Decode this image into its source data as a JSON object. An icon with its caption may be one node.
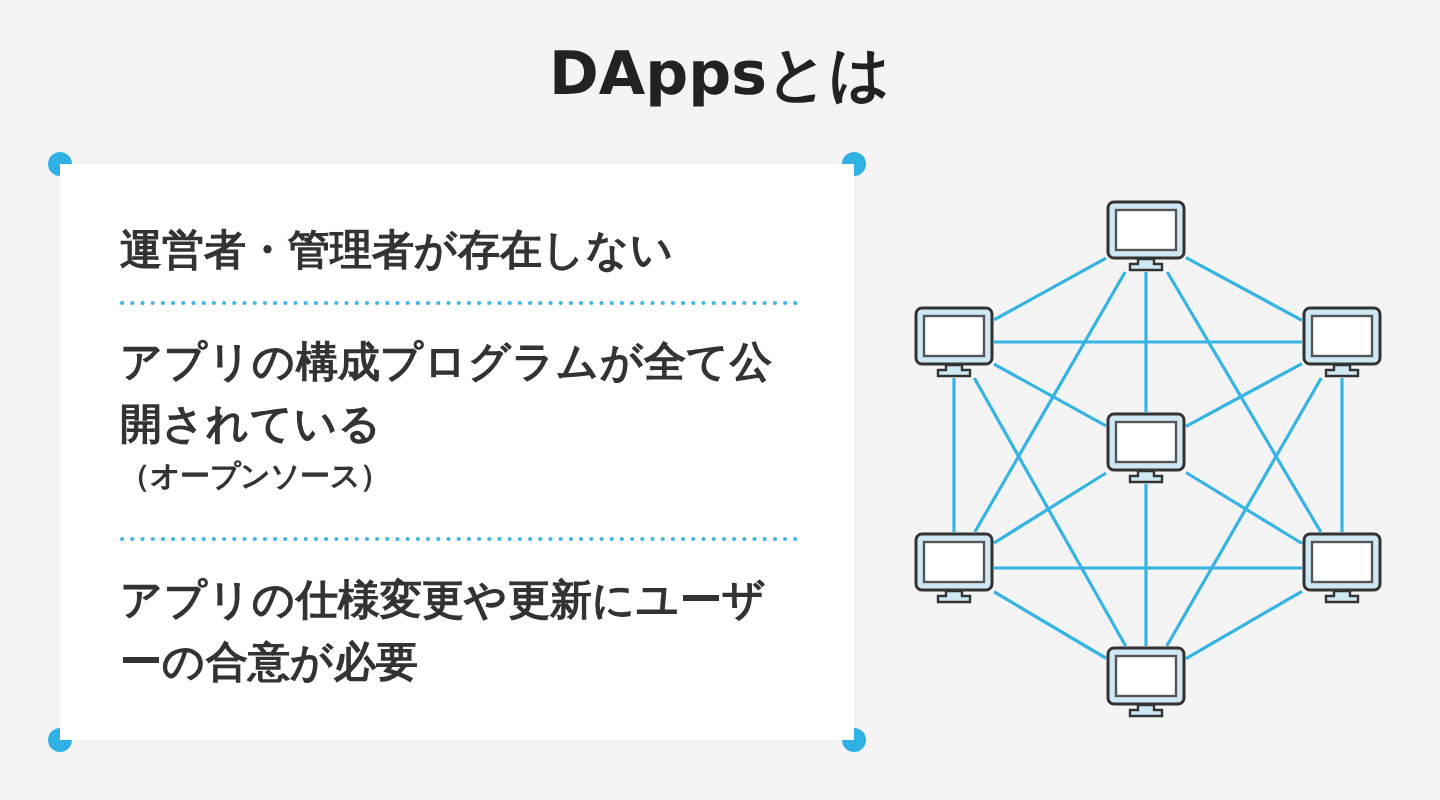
{
  "diagram": {
    "title": "DAppsとは",
    "nodes": [
      {
        "text": [
          "運営者・管理者が存在しない",
          "アプリの構成プログラムが全て公開されている",
          "（オープンソース）",
          "アプリの仕様変更や更新にユーザーの合意が必要"
        ]
      },
      {
        "text": [],
        "shape": "picture"
      },
      {
        "text": [],
        "shape": "picture"
      },
      {
        "text": [],
        "shape": "picture"
      },
      {
        "text": [],
        "shape": "picture"
      },
      {
        "text": [],
        "shape": "picture"
      },
      {
        "text": [],
        "shape": "picture"
      },
      {
        "text": [],
        "shape": "picture"
      }
    ],
    "edges": [
      {
        "from": 1,
        "to": 2,
        "arrow": "none"
      },
      {
        "from": 1,
        "to": 3,
        "arrow": "none"
      },
      {
        "from": 1,
        "to": 4,
        "arrow": "none"
      },
      {
        "from": 1,
        "to": 5,
        "arrow": "none"
      },
      {
        "from": 1,
        "to": 6,
        "arrow": "none"
      },
      {
        "from": 2,
        "to": 3,
        "arrow": "none"
      },
      {
        "from": 2,
        "to": 4,
        "arrow": "none"
      },
      {
        "from": 2,
        "to": 5,
        "arrow": "none"
      },
      {
        "from": 2,
        "to": 7,
        "arrow": "none"
      },
      {
        "from": 3,
        "to": 4,
        "arrow": "none"
      },
      {
        "from": 3,
        "to": 6,
        "arrow": "none"
      },
      {
        "from": 3,
        "to": 7,
        "arrow": "none"
      },
      {
        "from": 4,
        "to": 5,
        "arrow": "none"
      },
      {
        "from": 4,
        "to": 6,
        "arrow": "none"
      },
      {
        "from": 4,
        "to": 7,
        "arrow": "none"
      },
      {
        "from": 5,
        "to": 6,
        "arrow": "none"
      },
      {
        "from": 5,
        "to": 7,
        "arrow": "none"
      },
      {
        "from": 6,
        "to": 7,
        "arrow": "none"
      }
    ]
  }
}
